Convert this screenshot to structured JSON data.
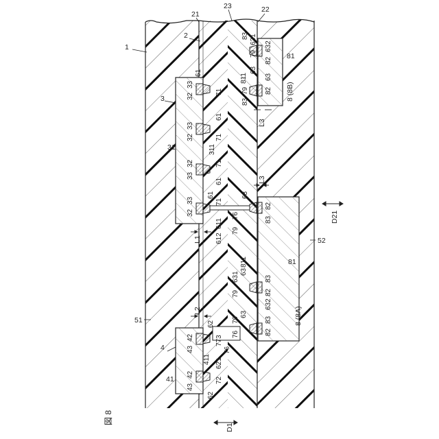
{
  "figure_label": "図 8",
  "ref_labels": {
    "body": "1",
    "layer_2": "2",
    "surface_21": "21",
    "surface_22": "22",
    "line_23": "23",
    "chip_3": "3",
    "chip_31": "31",
    "chip_4": "4",
    "chip_41": "41",
    "layer_51": "51",
    "layer_52": "52",
    "chip_8A": "8 (8A)",
    "chip_8B": "8 (8B)",
    "chip_81": "81",
    "dir_D1": "D1",
    "dir_D21": "D21",
    "gap_L1": "L1",
    "gap_L2": "L2",
    "gap_L3": "L3"
  },
  "pad_labels": {
    "n32": "32",
    "n33": "33",
    "n61": "61",
    "n71": "71",
    "n311": "311",
    "n611": "611",
    "n612": "612",
    "n76": "76",
    "n79": "79",
    "n63": "63",
    "n83": "83",
    "n82": "82",
    "n631": "631",
    "n632": "632",
    "n811": "811",
    "n42": "42",
    "n43": "43",
    "n62": "62",
    "n621": "621",
    "n411": "411",
    "n72": "72",
    "n773": "773"
  },
  "colors": {
    "line": "#222222",
    "hatch": "#333333",
    "background": "#ffffff"
  }
}
